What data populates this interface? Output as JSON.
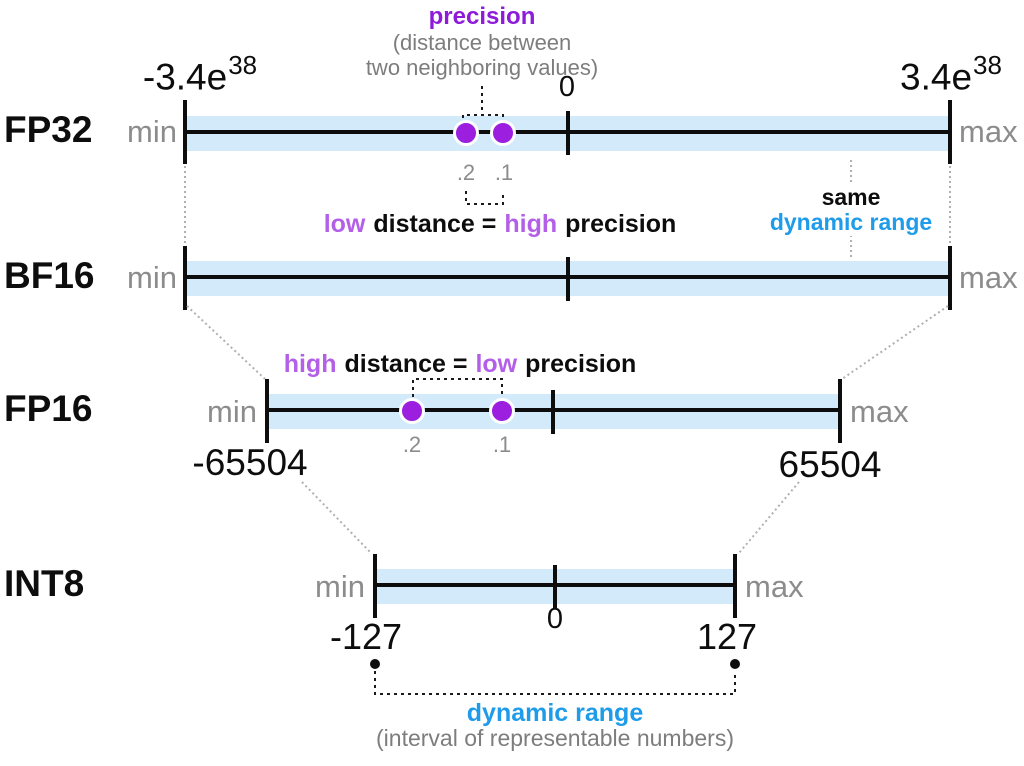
{
  "colors": {
    "bar_fill": "#d3eafb",
    "axis_black": "#0d0d0d",
    "accent_purple": "#8e1bd9",
    "accent_purple_light": "#b35fe8",
    "dot_purple": "#9c1fe0",
    "accent_blue": "#1f9ce9",
    "muted_gray": "#8c8c8c"
  },
  "header": {
    "title": "precision",
    "sub1": "(distance between",
    "sub2": "two neighboring values)"
  },
  "fp32": {
    "label": "FP32",
    "min": "min",
    "max": "max",
    "left_val": "-3.4e",
    "left_sup": "38",
    "right_val": "3.4e",
    "right_sup": "38",
    "zero": "0",
    "dot_left": ".2",
    "dot_right": ".1"
  },
  "bf16": {
    "label": "BF16",
    "min": "min",
    "max": "max"
  },
  "fp16": {
    "label": "FP16",
    "min": "min",
    "max": "max",
    "left_val": "-65504",
    "right_val": "65504",
    "dot_left": ".2",
    "dot_right": ".1"
  },
  "int8": {
    "label": "INT8",
    "min": "min",
    "max": "max",
    "left_val": "-127",
    "right_val": "127",
    "zero": "0"
  },
  "notes": {
    "fp32_a": "low",
    "fp32_b": "distance =",
    "fp32_c": "high",
    "fp32_d": "precision",
    "fp16_a": "high",
    "fp16_b": "distance =",
    "fp16_c": "low",
    "fp16_d": "precision",
    "same1": "same",
    "same2": "dynamic range",
    "bottom_title": "dynamic range",
    "bottom_sub": "(interval of representable numbers)"
  }
}
